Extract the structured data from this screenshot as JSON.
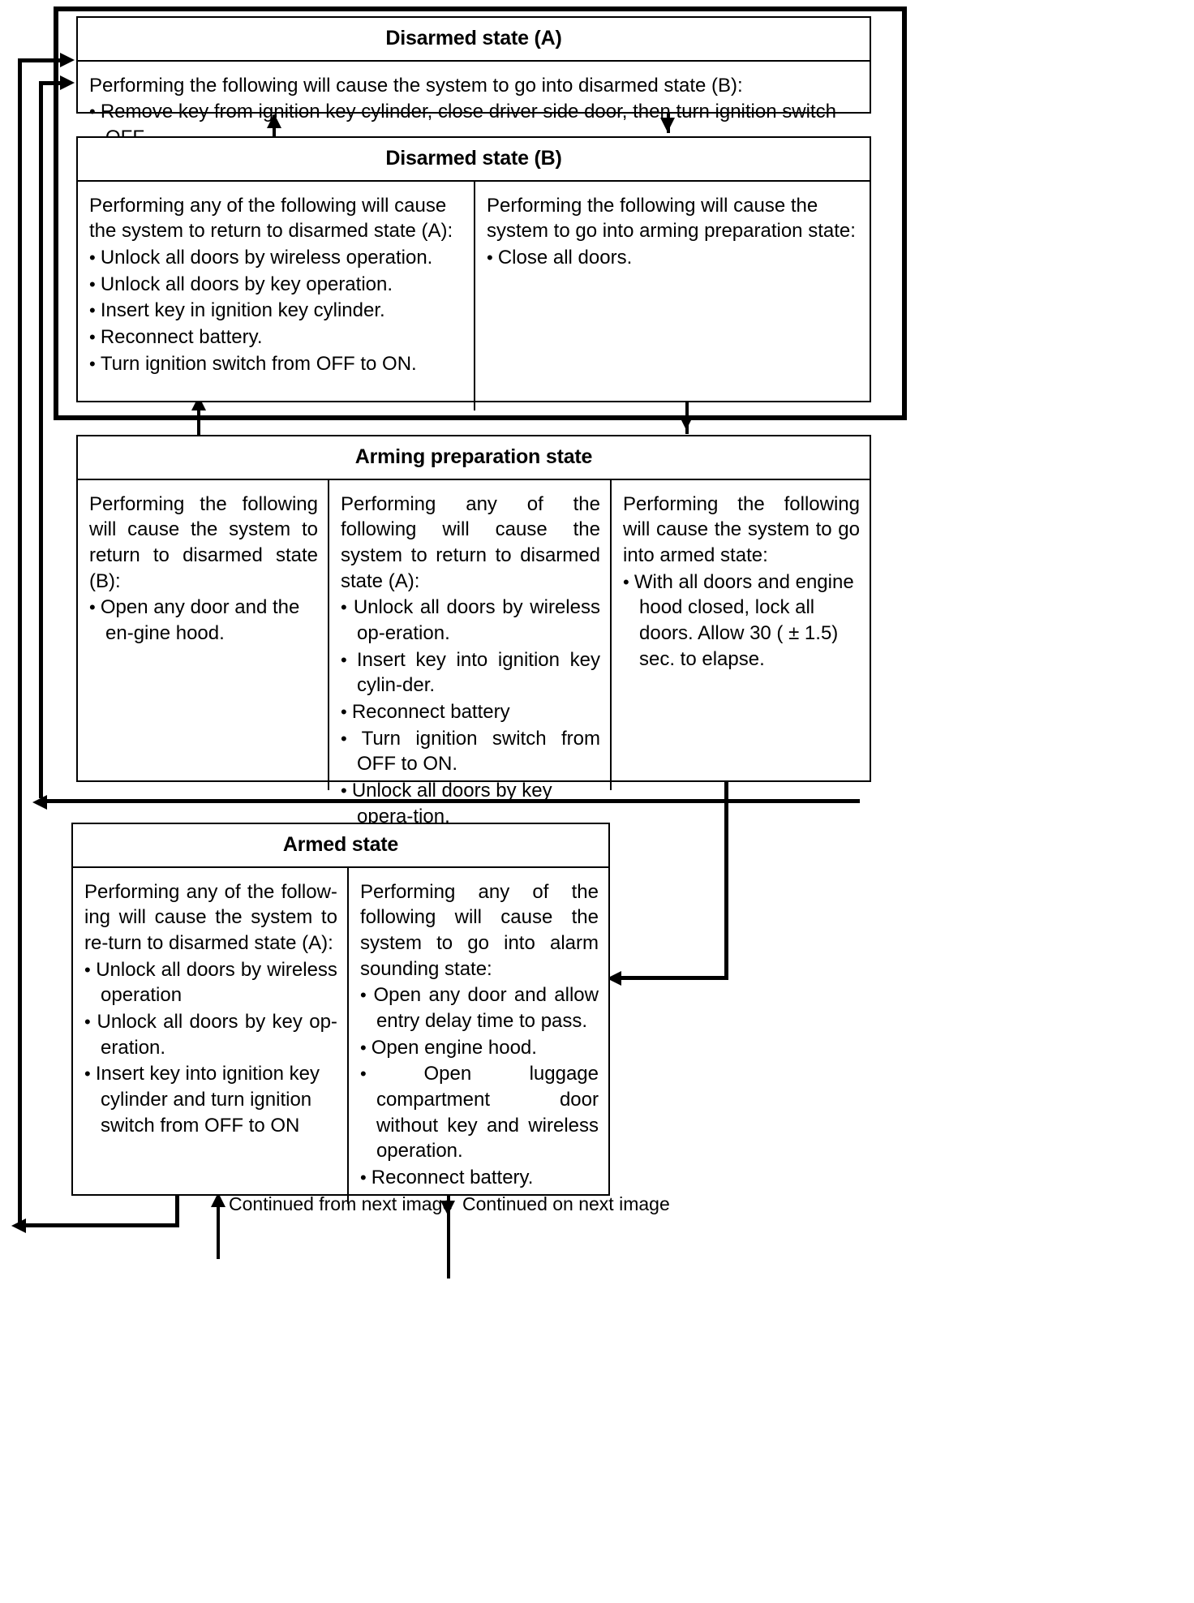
{
  "diagram": {
    "type": "state-flow-chart",
    "title_hidden": true,
    "states": [
      {
        "id": "disarmed-a",
        "title": "Disarmed state (A)",
        "columns": [
          {
            "intro": "Performing the following will cause the system to go into disarmed state (B):",
            "bullets": [
              "Remove key from ignition key cylinder, close driver side door, then turn ignition switch OFF."
            ]
          }
        ]
      },
      {
        "id": "disarmed-b",
        "title": "Disarmed state (B)",
        "columns": [
          {
            "intro": "Performing any of the following will cause the system to return to disarmed state (A):",
            "bullets": [
              "Unlock all doors by wireless operation.",
              "Unlock all doors by key operation.",
              "Insert key in ignition key cylinder.",
              "Reconnect battery.",
              "Turn ignition switch from OFF to ON."
            ]
          },
          {
            "intro": "Performing the following will cause the system to go into arming preparation state:",
            "bullets": [
              "Close all doors."
            ]
          }
        ]
      },
      {
        "id": "arming-preparation",
        "title": "Arming preparation state",
        "columns": [
          {
            "intro": "Performing the following will cause the system to return to disarmed state (B):",
            "bullets": [
              "Open any door and the en-gine hood."
            ]
          },
          {
            "intro": "Performing any of the following will cause the system to return to disarmed state (A):",
            "bullets": [
              "Unlock all doors by wireless op-eration.",
              "Insert key into ignition key cylin-der.",
              "Reconnect battery",
              "Turn ignition switch from OFF to ON.",
              "Unlock all doors by key opera-tion."
            ]
          },
          {
            "intro": "Performing the following will cause the system to go into armed state:",
            "bullets": [
              "With all doors and engine hood closed, lock all doors. Allow 30 ( ± 1.5) sec. to elapse."
            ]
          }
        ]
      },
      {
        "id": "armed",
        "title": "Armed state",
        "columns": [
          {
            "intro": "Performing any of the follow-ing will cause the system to re-turn to disarmed state (A):",
            "bullets": [
              "Unlock all doors by wireless operation",
              "Unlock all doors by key op-eration.",
              "Insert key into ignition key cylinder and turn ignition switch from OFF to ON"
            ]
          },
          {
            "intro": "Performing any of the following will cause the system to go into alarm sounding state:",
            "bullets": [
              "Open any door and allow entry delay time to pass.",
              "Open engine hood.",
              "Open luggage compartment door without key and wireless operation.",
              "Reconnect battery."
            ]
          }
        ]
      }
    ],
    "footnotes": {
      "continued_from": "Continued from next image",
      "continued_on": "Continued on next image"
    }
  }
}
